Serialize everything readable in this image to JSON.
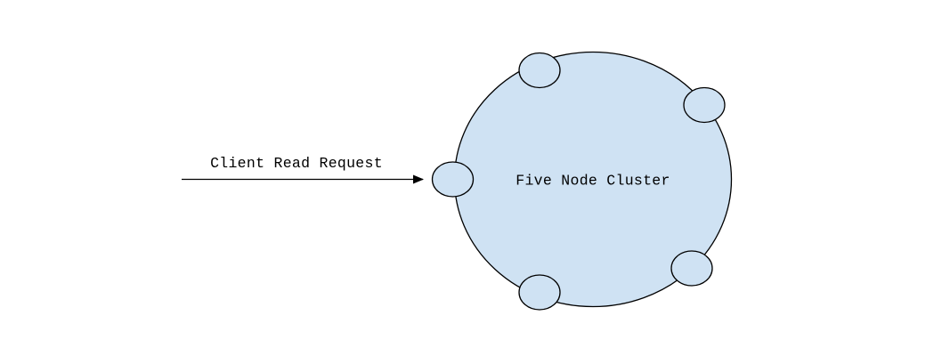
{
  "diagram": {
    "arrow_label": "Client Read Request",
    "cluster_label": "Five Node Cluster",
    "nodes": [
      {
        "id": "node-left"
      },
      {
        "id": "node-top"
      },
      {
        "id": "node-top-right"
      },
      {
        "id": "node-bottom-right"
      },
      {
        "id": "node-bottom"
      }
    ]
  },
  "colors": {
    "cluster_fill": "#cfe2f3",
    "node_fill": "#cfe2f3",
    "stroke": "#000000",
    "text": "#000000"
  }
}
